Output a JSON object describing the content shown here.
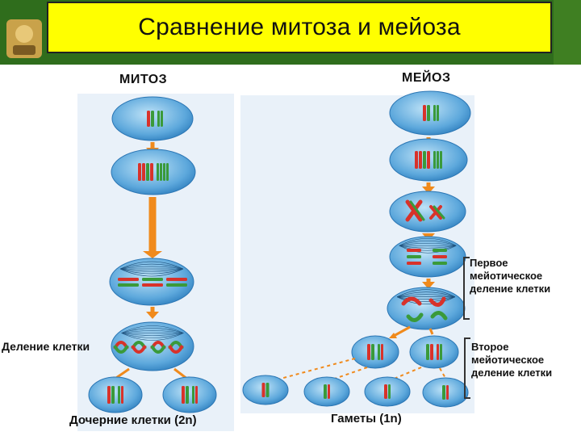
{
  "title": "Сравнение митоза и мейоза",
  "mitosis": {
    "heading": "МИТОЗ",
    "division_label": "Деление клетки",
    "daughter_label": "Дочерние клетки (2n)"
  },
  "meiosis": {
    "heading": "МЕЙОЗ",
    "first_division_label": [
      "Первое",
      "мейотическое",
      "деление клетки"
    ],
    "second_division_label": [
      "Второе",
      "мейотическое",
      "деление клетки"
    ],
    "gametes_label": "Гаметы (1n)"
  },
  "colors": {
    "title_bg": "#ffff00",
    "cell_fill": "#5da8dc",
    "arrow": "#f08a1c",
    "chromosome_red": "#d8322a",
    "chromosome_green": "#3a9a3a"
  }
}
